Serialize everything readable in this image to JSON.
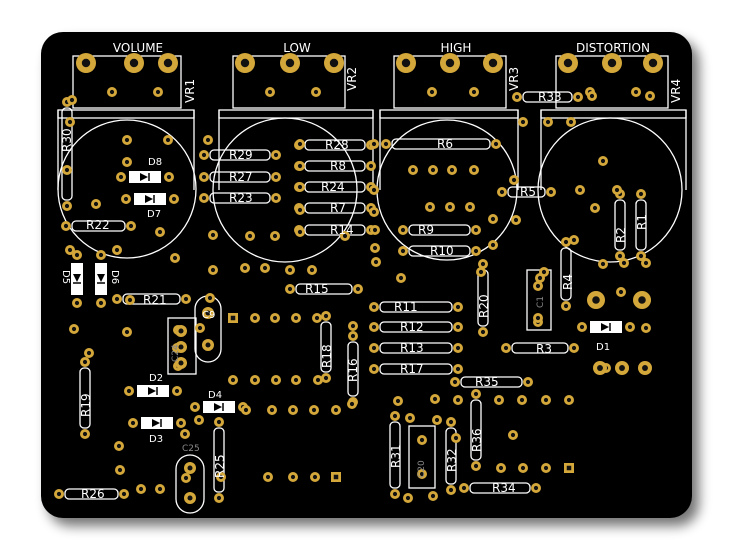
{
  "colors": {
    "board": "#000000",
    "silk": "#ffffff",
    "pad": "#d4a73a",
    "pad_hole": "#111111",
    "shadow": "#9a9a9a"
  },
  "pots": {
    "vr1": {
      "title": "VOLUME",
      "ref": "VR1"
    },
    "vr2": {
      "title": "LOW",
      "ref": "VR2"
    },
    "vr3": {
      "title": "HIGH",
      "ref": "VR3"
    },
    "vr4": {
      "title": "DISTORTION",
      "ref": "VR4"
    }
  },
  "resistors": {
    "r1": "R1",
    "r2": "R2",
    "r3": "R3",
    "r4": "R4",
    "r5": "R5",
    "r6": "R6",
    "r7": "R7",
    "r8": "R8",
    "r9": "R9",
    "r10": "R10",
    "r11": "R11",
    "r12": "R12",
    "r13": "R13",
    "r14": "R14",
    "r15": "R15",
    "r16": "R16",
    "r17": "R17",
    "r18": "R18",
    "r19": "R19",
    "r20": "R20",
    "r21": "R21",
    "r22": "R22",
    "r23": "R23",
    "r24": "R24",
    "r25": "R25",
    "r26": "R26",
    "r27": "R27",
    "r28": "R28",
    "r29": "R29",
    "r30": "R30",
    "r31": "R31",
    "r32": "R32",
    "r33": "R33",
    "r34": "R34",
    "r35": "R35",
    "r36": "R36"
  },
  "diodes": {
    "d1": "D1",
    "d2": "D2",
    "d3": "D3",
    "d4": "D4",
    "d5": "D5",
    "d6": "D6",
    "d7": "D7",
    "d8": "D8"
  },
  "capacitors": {
    "c9": "C9"
  },
  "faint_labels": {
    "c25": "C25",
    "c24": "C24",
    "c20": "C20",
    "c1": "C1"
  }
}
